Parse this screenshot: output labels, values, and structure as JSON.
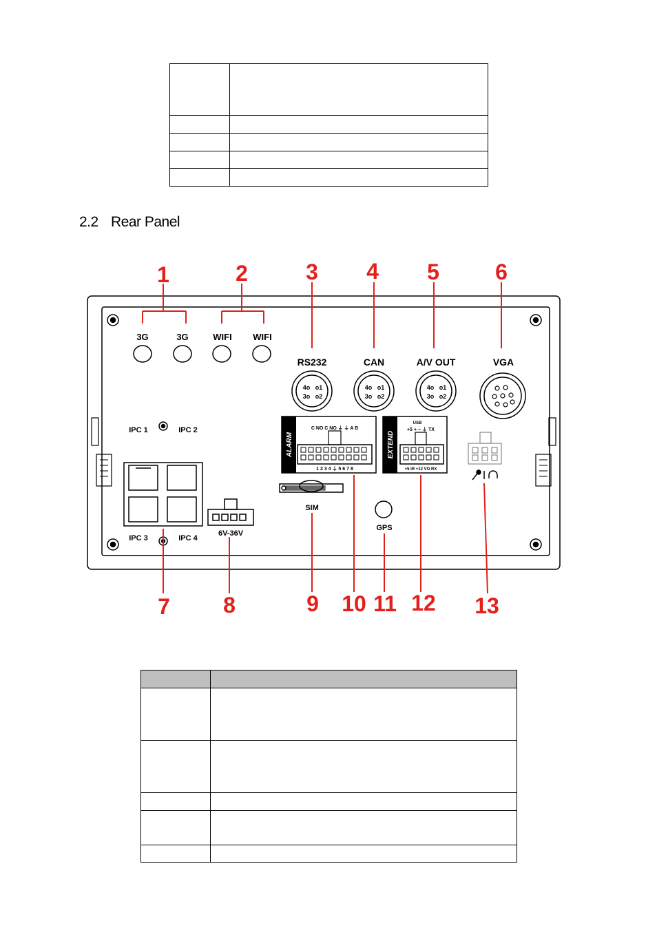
{
  "top_table": {
    "rows": [
      {
        "h": 75
      },
      {
        "h": 26
      },
      {
        "h": 26
      },
      {
        "h": 25
      },
      {
        "h": 26
      },
      {
        "h": 26
      }
    ]
  },
  "section": {
    "number": "2.2",
    "title": "Rear Panel"
  },
  "figure": {
    "callouts": [
      "1",
      "2",
      "3",
      "4",
      "5",
      "6",
      "7",
      "8",
      "9",
      "10",
      "11",
      "12",
      "13"
    ],
    "ports": {
      "g3_a": "3G",
      "g3_b": "3G",
      "wifi_a": "WIFI",
      "wifi_b": "WIFI",
      "rs232": "RS232",
      "can": "CAN",
      "av_out": "A/V OUT",
      "vga": "VGA",
      "ipc1": "IPC 1",
      "ipc2": "IPC 2",
      "ipc3": "IPC 3",
      "ipc4": "IPC 4",
      "power": "6V-36V",
      "sim": "SIM",
      "gps": "GPS",
      "alarm": "ALARM",
      "extend": "EXTEND",
      "usb": "USB",
      "alarm_bottom": "1  2  3  4  ⏚  5  6  7  8",
      "alarm_top": "C NO C NO ⏚ ⏚ A B",
      "extend_top": "+5  +  −  ⏚  TX",
      "extend_bottom": "+5  IR  +12 VO  RX"
    }
  },
  "bottom_table": {
    "rows": [
      {
        "h": 26,
        "head": true
      },
      {
        "h": 76
      },
      {
        "h": 76
      },
      {
        "h": 26
      },
      {
        "h": 50
      },
      {
        "h": 25
      }
    ]
  }
}
